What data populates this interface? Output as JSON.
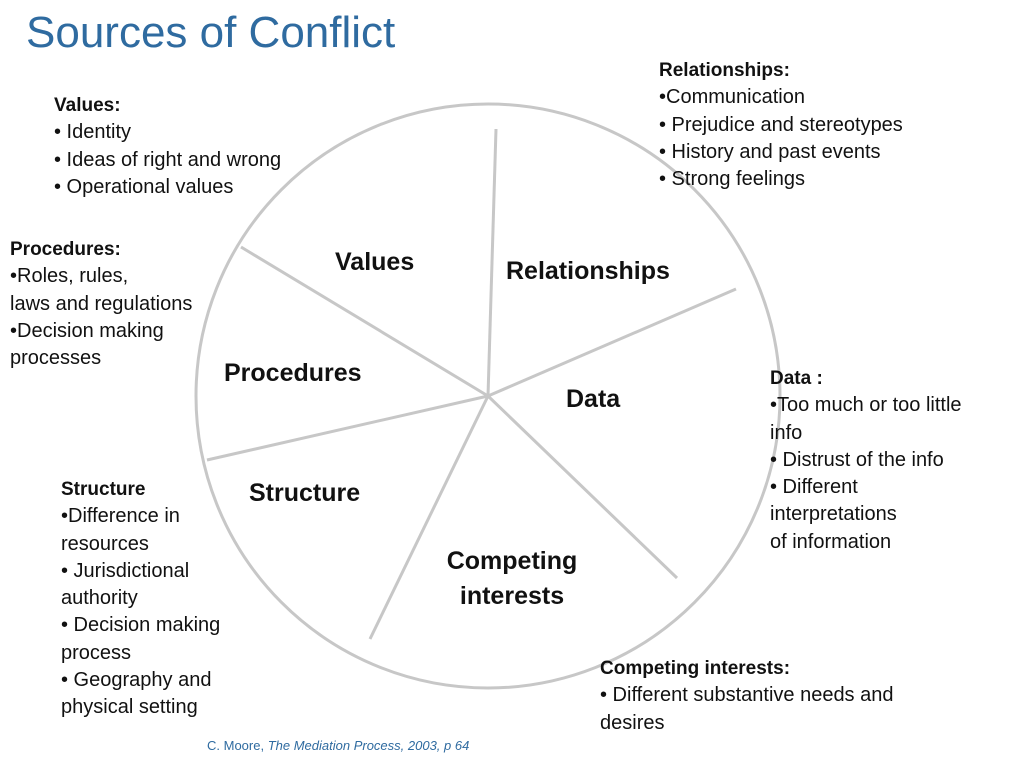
{
  "slide": {
    "title": "Sources of Conflict"
  },
  "wheel": {
    "segments": [
      "Values",
      "Relationships",
      "Procedures",
      "Data",
      "Structure"
    ],
    "competing": [
      "Competing",
      "interests"
    ]
  },
  "notes": {
    "values": {
      "heading": "Values:",
      "lines": [
        "• Identity",
        "• Ideas of right and wrong",
        "• Operational values"
      ]
    },
    "relationships": {
      "heading": "Relationships:",
      "lines": [
        "•Communication",
        "• Prejudice and stereotypes",
        "• History and past events",
        "• Strong feelings"
      ]
    },
    "procedures": {
      "heading": "Procedures:",
      "lines": [
        "•Roles, rules,",
        "laws and regulations",
        "•Decision making",
        "processes"
      ]
    },
    "data": {
      "heading": "Data :",
      "lines": [
        "•Too much or too little",
        "info",
        "• Distrust of the info",
        "• Different",
        "interpretations",
        "of information"
      ]
    },
    "structure": {
      "heading": "Structure",
      "lines": [
        "•Difference in",
        "resources",
        "• Jurisdictional",
        "authority",
        "• Decision making",
        "process",
        "• Geography and",
        "physical setting"
      ]
    },
    "competing": {
      "heading": "Competing interests:",
      "lines": [
        "• Different substantive needs and",
        "desires"
      ]
    }
  },
  "citation": {
    "author": "C. Moore,",
    "work": "The Mediation Process, 2003, p 64"
  }
}
